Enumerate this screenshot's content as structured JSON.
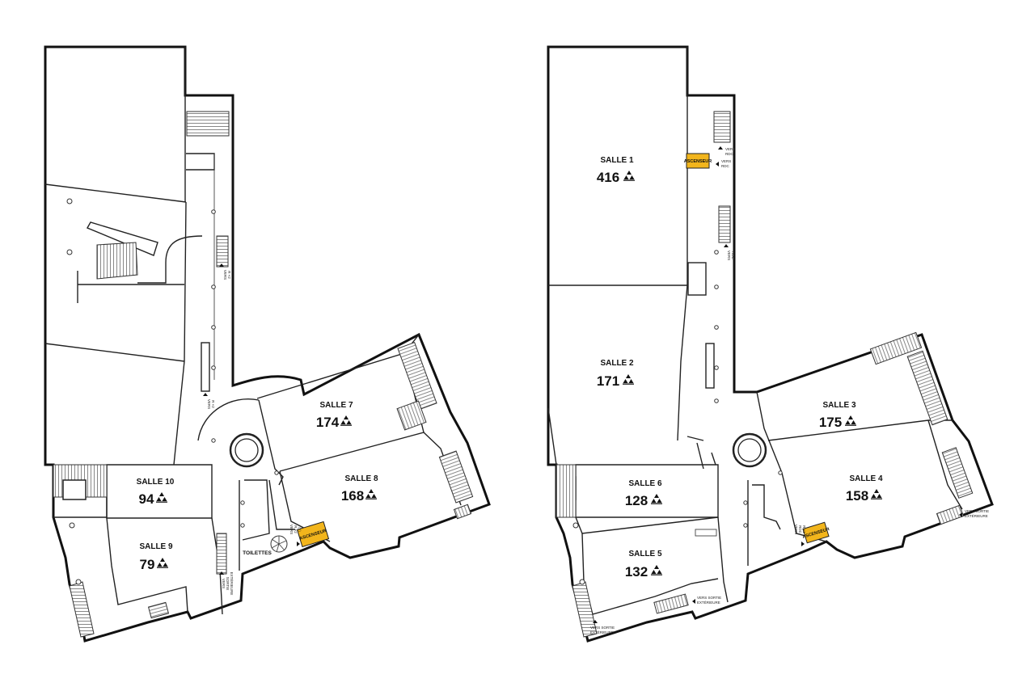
{
  "colors": {
    "wall": "#111111",
    "elevator": "#f2b51c",
    "background": "#ffffff"
  },
  "icons": {
    "seat": "seats-icon",
    "arrow": "direction-arrow-icon"
  },
  "plans": [
    {
      "rooms": [
        {
          "name": "SALLE 7",
          "capacity": "174"
        },
        {
          "name": "SALLE 8",
          "capacity": "168"
        },
        {
          "name": "SALLE 10",
          "capacity": "94"
        },
        {
          "name": "SALLE 9",
          "capacity": "79"
        }
      ],
      "labels": {
        "elevator": "ASCENSEUR",
        "toilets": "TOILETTES",
        "to_level_2_a": "VERS",
        "to_level_2_b": "R +2",
        "to_level_2c_a": "VERS",
        "to_level_2c_b": "R +2",
        "to_level_1_a": "VERS",
        "to_level_1_b": "R +2",
        "to_level_1_c": "(1)",
        "exit_a": "VERS",
        "exit_b": "SORTIE",
        "exit_c": "EXTÉRIEURE"
      }
    },
    {
      "rooms": [
        {
          "name": "SALLE 1",
          "capacity": "416"
        },
        {
          "name": "SALLE 2",
          "capacity": "171"
        },
        {
          "name": "SALLE 3",
          "capacity": "175"
        },
        {
          "name": "SALLE 4",
          "capacity": "158"
        },
        {
          "name": "SALLE 6",
          "capacity": "128"
        },
        {
          "name": "SALLE 5",
          "capacity": "132"
        }
      ],
      "labels": {
        "elevator": "ASCENSEUR",
        "to_rdc_a": "VERS",
        "to_rdc_b": "RDC",
        "to_rdc2_a": "VERS",
        "to_rdc2_b": "RDC",
        "to_rdc3_a": "VERS",
        "to_rdc3_b": "RDC",
        "to_r1_a": "VERS",
        "to_r1_b": "RDC",
        "to_r1_c": "R +1",
        "exit1_a": "VERS SORTIE",
        "exit1_b": "EXTÉRIEURE",
        "exit2_a": "VERS SORTIE",
        "exit2_b": "EXTÉRIEURE",
        "exit3_a": "VERS SORTIE",
        "exit3_b": "EXTÉRIEURE"
      }
    }
  ]
}
